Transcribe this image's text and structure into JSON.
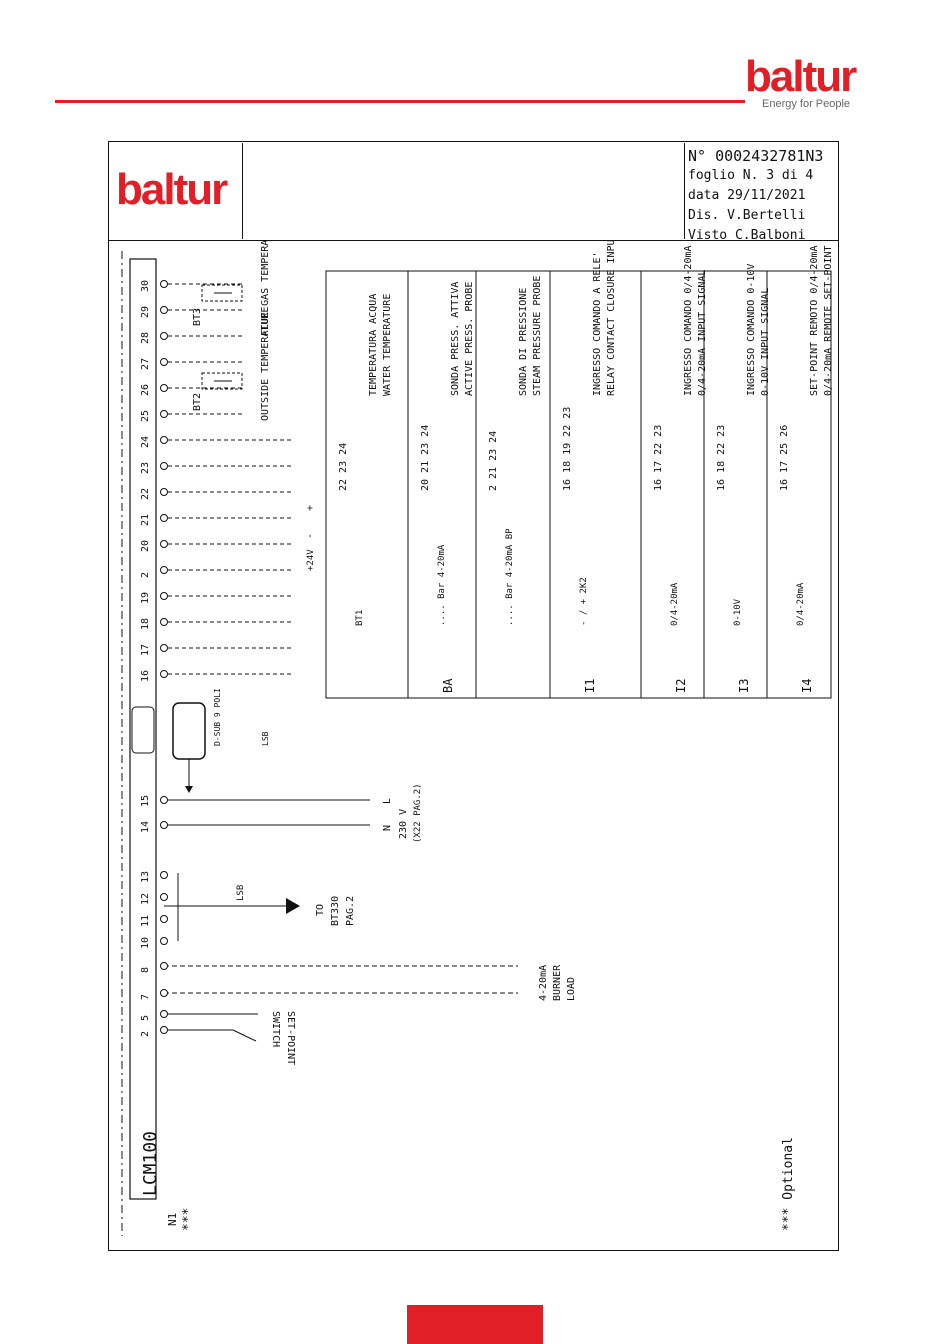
{
  "header": {
    "brand": "baltur",
    "tagline": "Energy for People"
  },
  "titleblock": {
    "logo": "baltur",
    "doc_number": "N° 0002432781N3",
    "sheet": "foglio N. 3 di 4",
    "date": "data 29/11/2021",
    "drawn_by": "Dis. V.Bertelli",
    "checked_by": "Visto C.Balboni"
  },
  "diagram": {
    "module": "LCM100",
    "module_tag": "N1",
    "optional_mark": "***",
    "optional_note": "*** Optional",
    "terminals_top": [
      "16",
      "17",
      "18",
      "19",
      "2",
      "20",
      "21",
      "22",
      "23",
      "24",
      "25",
      "26",
      "27",
      "28",
      "29",
      "30"
    ],
    "terminals_bottom": [
      "14",
      "15"
    ],
    "terminals_lsb": [
      "10",
      "11",
      "12",
      "13"
    ],
    "terminals_load": [
      "7",
      "8"
    ],
    "terminals_switch": [
      "2",
      "5"
    ],
    "sensors": {
      "bt2": "BT2",
      "bt3": "BT3",
      "outside_temp": "OUTSIDE TEMPERATURE",
      "flue_gas_temp": "FLUE GAS TEMPERATURE"
    },
    "supply": {
      "v24": "+24V",
      "minus": "-",
      "plus": "+"
    },
    "dsub": {
      "label": "D-SUB 9 POLI",
      "lsb": "LSB"
    },
    "mains": {
      "n": "N",
      "l": "L",
      "voltage": "230 V",
      "ref": "(X22 PAG.2)"
    },
    "bus": {
      "label": "LSB",
      "to": "TO",
      "target": "BT330",
      "page": "PAG.2"
    },
    "load": {
      "signal": "4-20mA",
      "line1": "BURNER",
      "line2": "LOAD"
    },
    "switch": {
      "line1": "SET-POINT",
      "line2": "SWITCH"
    },
    "table_rows": [
      {
        "tag": "",
        "title_it": "TEMPERATURA ACQUA",
        "title_en": "WATER TEMPERATURE",
        "terms": "22 23 24",
        "extra": "BT1"
      },
      {
        "tag": "BA",
        "title_it": "SONDA PRESS. ATTIVA",
        "title_en": "ACTIVE PRESS. PROBE",
        "terms": "20 21   23 24",
        "extra": ".... Bar  4-20mA"
      },
      {
        "tag": "",
        "title_it": "SONDA DI PRESSIONE",
        "title_en": "STEAM PRESSURE PROBE",
        "terms": "2   21   23 24",
        "extra": ".... Bar 4-20mA  BP"
      },
      {
        "tag": "I1",
        "title_it": "INGRESSO COMANDO A RELE'",
        "title_en": "RELAY CONTACT CLOSURE INPUT",
        "terms": "16  18 19   22 23",
        "extra": "- / +  2K2"
      },
      {
        "tag": "I2",
        "title_it": "INGRESSO COMANDO 0/4-20mA",
        "title_en": "0/4-20mA INPUT SIGNAL",
        "terms": "16 17   22 23",
        "extra": "0/4-20mA"
      },
      {
        "tag": "I3",
        "title_it": "INGRESSO COMANDO 0-10V",
        "title_en": "0-10V INPUT SIGNAL",
        "terms": "16  18   22 23",
        "extra": "0-10V"
      },
      {
        "tag": "I4",
        "title_it": "SET-POINT REMOTO 0/4-20mA",
        "title_en": "0/4-20mA REMOTE SET-POINT",
        "terms": "16 17   25 26",
        "extra": "0/4-20mA"
      }
    ]
  }
}
